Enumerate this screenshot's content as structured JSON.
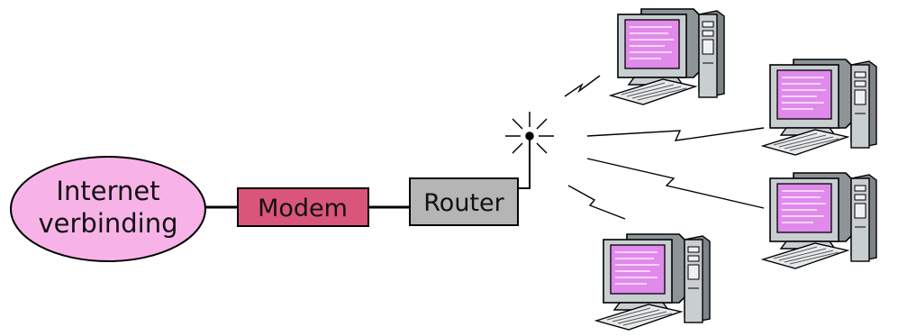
{
  "diagram": {
    "nodes": {
      "internet": {
        "line1": "Internet",
        "line2": "verbinding",
        "color": "#f7b3e8"
      },
      "modem": {
        "label": "Modem",
        "color": "#d9567a"
      },
      "router": {
        "label": "Router",
        "color": "#b5b5b5"
      }
    },
    "computers": [
      {
        "icon": "desktop-computer-icon"
      },
      {
        "icon": "desktop-computer-icon"
      },
      {
        "icon": "desktop-computer-icon"
      },
      {
        "icon": "desktop-computer-icon"
      }
    ],
    "colors": {
      "screen": "#e08aec",
      "screen_lines": "#f9d4fb",
      "case": "#c4c8cc",
      "case_dark": "#7e8589"
    }
  }
}
